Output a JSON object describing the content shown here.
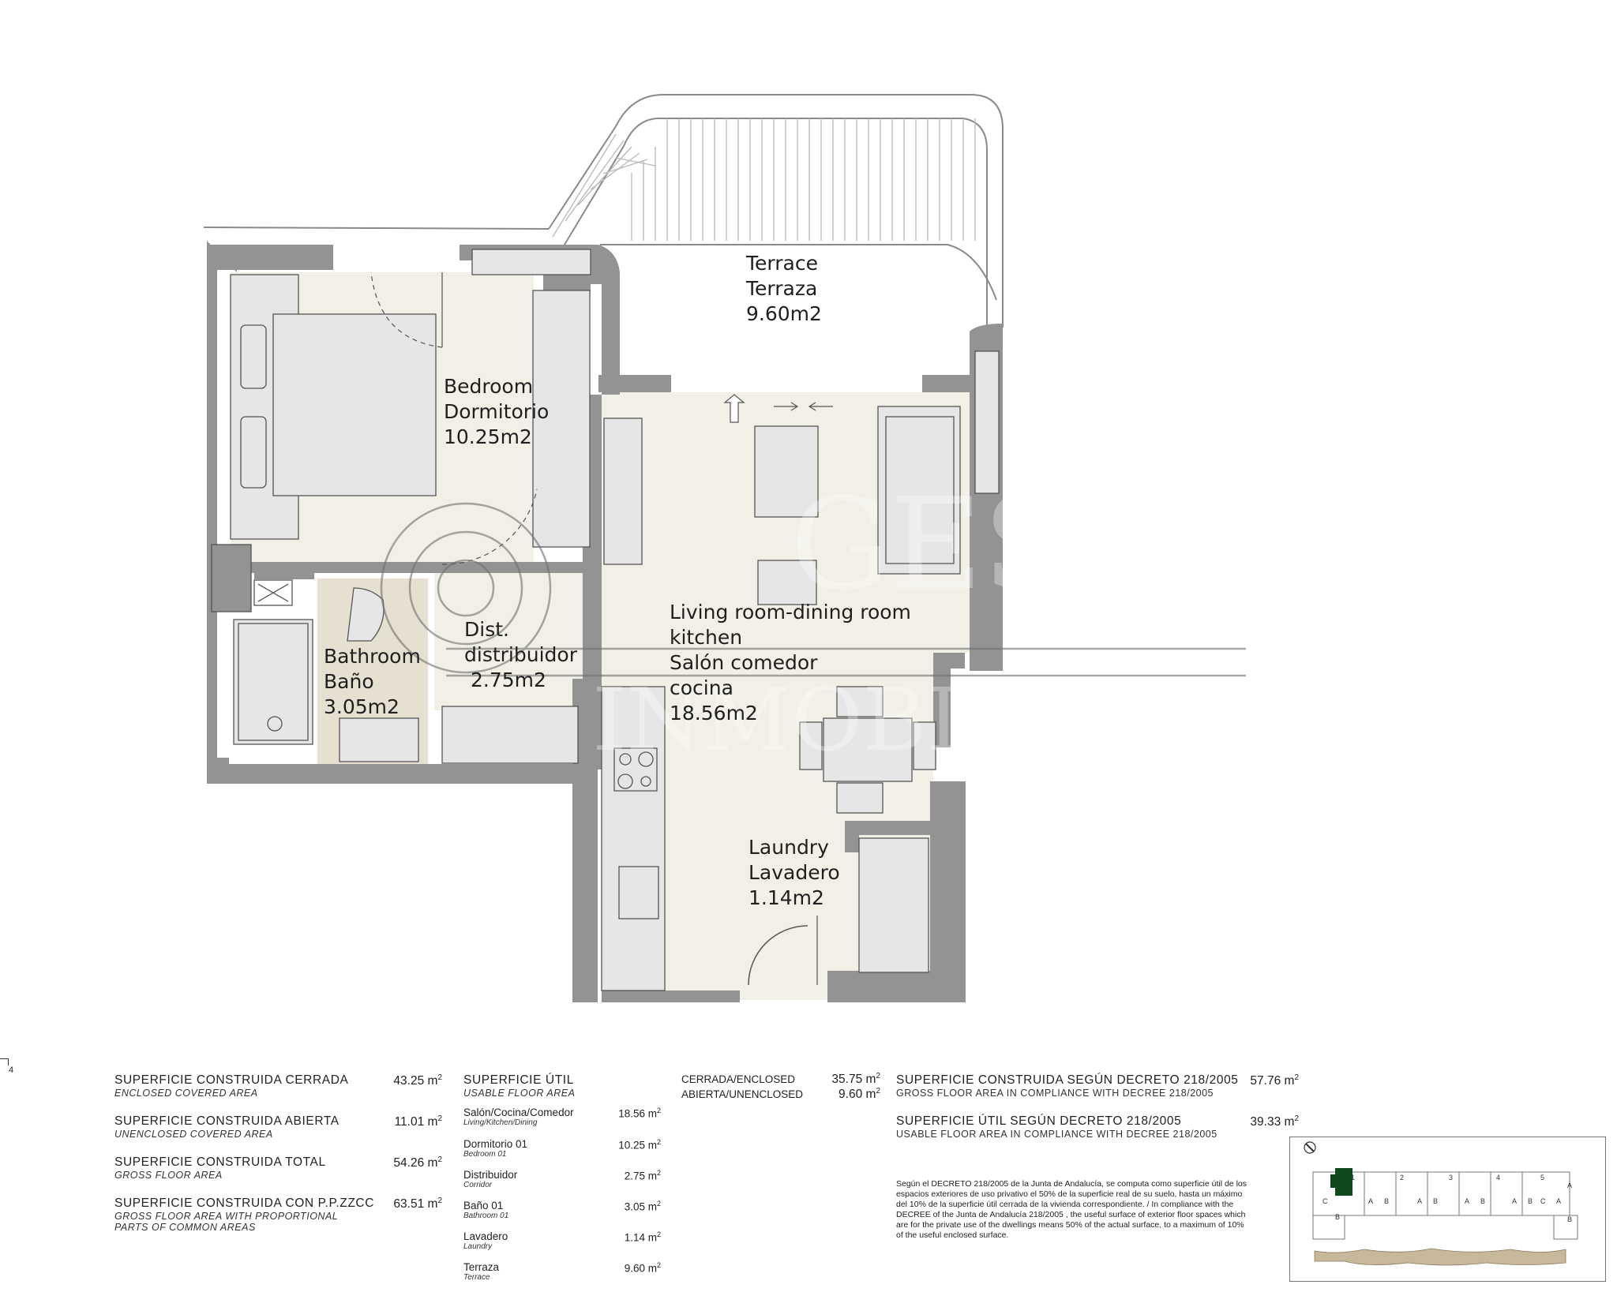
{
  "rooms": {
    "terrace": {
      "name_en": "Terrace",
      "name_es": "Terraza",
      "area": "9.60m2"
    },
    "bedroom": {
      "name_en": "Bedroom",
      "name_es": "Dormitorio",
      "area": "10.25m2"
    },
    "bathroom": {
      "name_en": "Bathroom",
      "name_es": "Baño",
      "area": "3.05m2"
    },
    "distributor": {
      "name_en": "Dist.",
      "name_es": "distribuidor",
      "area": "2.75m2"
    },
    "living": {
      "name_en_1": "Living room-dining room",
      "name_en_2": "kitchen",
      "name_es_1": "Salón comedor",
      "name_es_2": "cocina",
      "area": "18.56m2"
    },
    "laundry": {
      "name_en": "Laundry",
      "name_es": "Lavadero",
      "area": "1.14m2"
    }
  },
  "watermark": {
    "top": "GES",
    "bottom": "INMOBIL"
  },
  "page_number": "4",
  "built_areas": [
    {
      "label": "SUPERFICIE CONSTRUIDA CERRADA",
      "sub": "ENCLOSED COVERED AREA",
      "value": "43.25 m",
      "unit_sup": "2"
    },
    {
      "label": "SUPERFICIE CONSTRUIDA ABIERTA",
      "sub": "UNENCLOSED COVERED AREA",
      "value": "11.01 m",
      "unit_sup": "2"
    },
    {
      "label": "SUPERFICIE CONSTRUIDA TOTAL",
      "sub": "GROSS FLOOR AREA",
      "value": "54.26 m",
      "unit_sup": "2"
    },
    {
      "label": "SUPERFICIE CONSTRUIDA CON P.P.ZZCC",
      "sub": "GROSS FLOOR AREA WITH PROPORTIONAL",
      "sub2": "PARTS OF COMMON AREAS",
      "value": "63.51 m",
      "unit_sup": "2"
    }
  ],
  "usable": {
    "title": "SUPERFICIE ÚTIL",
    "subtitle": "USABLE FLOOR AREA",
    "items": [
      {
        "label": "Salón/Cocina/Comedor",
        "sub": "Living/Kitchen/Dining",
        "value": "18.56 m",
        "unit_sup": "2"
      },
      {
        "label": "Dormitorio 01",
        "sub": "Bedroom 01",
        "value": "10.25 m",
        "unit_sup": "2"
      },
      {
        "label": "Distribuidor",
        "sub": "Corridor",
        "value": "2.75 m",
        "unit_sup": "2"
      },
      {
        "label": "Baño 01",
        "sub": "Bathroom 01",
        "value": "3.05 m",
        "unit_sup": "2"
      },
      {
        "label": "Lavadero",
        "sub": "Laundry",
        "value": "1.14 m",
        "unit_sup": "2"
      },
      {
        "label": "Terraza",
        "sub": "Terrace",
        "value": "9.60 m",
        "unit_sup": "2"
      }
    ]
  },
  "enclosed_split": [
    {
      "label": "CERRADA/ENCLOSED",
      "value": "35.75 m",
      "unit_sup": "2"
    },
    {
      "label": "ABIERTA/UNENCLOSED",
      "value": "9.60 m",
      "unit_sup": "2"
    }
  ],
  "decree": [
    {
      "label": "SUPERFICIE CONSTRUIDA SEGÚN DECRETO 218/2005",
      "sub": "GROSS FLOOR AREA IN COMPLIANCE WITH DECREE 218/2005",
      "value": "57.76 m",
      "unit_sup": "2"
    },
    {
      "label": "SUPERFICIE ÚTIL SEGÚN DECRETO 218/2005",
      "sub": "USABLE FLOOR AREA IN COMPLIANCE WITH DECREE 218/2005",
      "value": "39.33 m",
      "unit_sup": "2"
    }
  ],
  "decree_note": "Según el DECRETO 218/2005 de la Junta de Andalucía, se computa como superficie útil de los espacios exteriores de uso privativo el 50% de la superficie real de su suelo, hasta un máximo del 10% de la superficie útil cerrada de la vivienda correspondiente. / In compliance with the DECREE of the Junta de Andalucía 218/2005 , the useful surface of exterior floor spaces which are for the private use of the dwellings means 50% of the actual surface, to a maximum of 10% of the useful enclosed surface.",
  "key_plan": {
    "labels": [
      "C",
      "1",
      "A",
      "B",
      "2",
      "A",
      "B",
      "3",
      "A",
      "B",
      "4",
      "A",
      "B",
      "5",
      "A",
      "C",
      "A",
      "B",
      "B"
    ]
  },
  "colors": {
    "wall": "#939393",
    "floor": "#f1efe6",
    "bath_floor": "#e5e0cf",
    "furniture": "#e6e6e6",
    "key_highlight": "#0f4a1f"
  }
}
